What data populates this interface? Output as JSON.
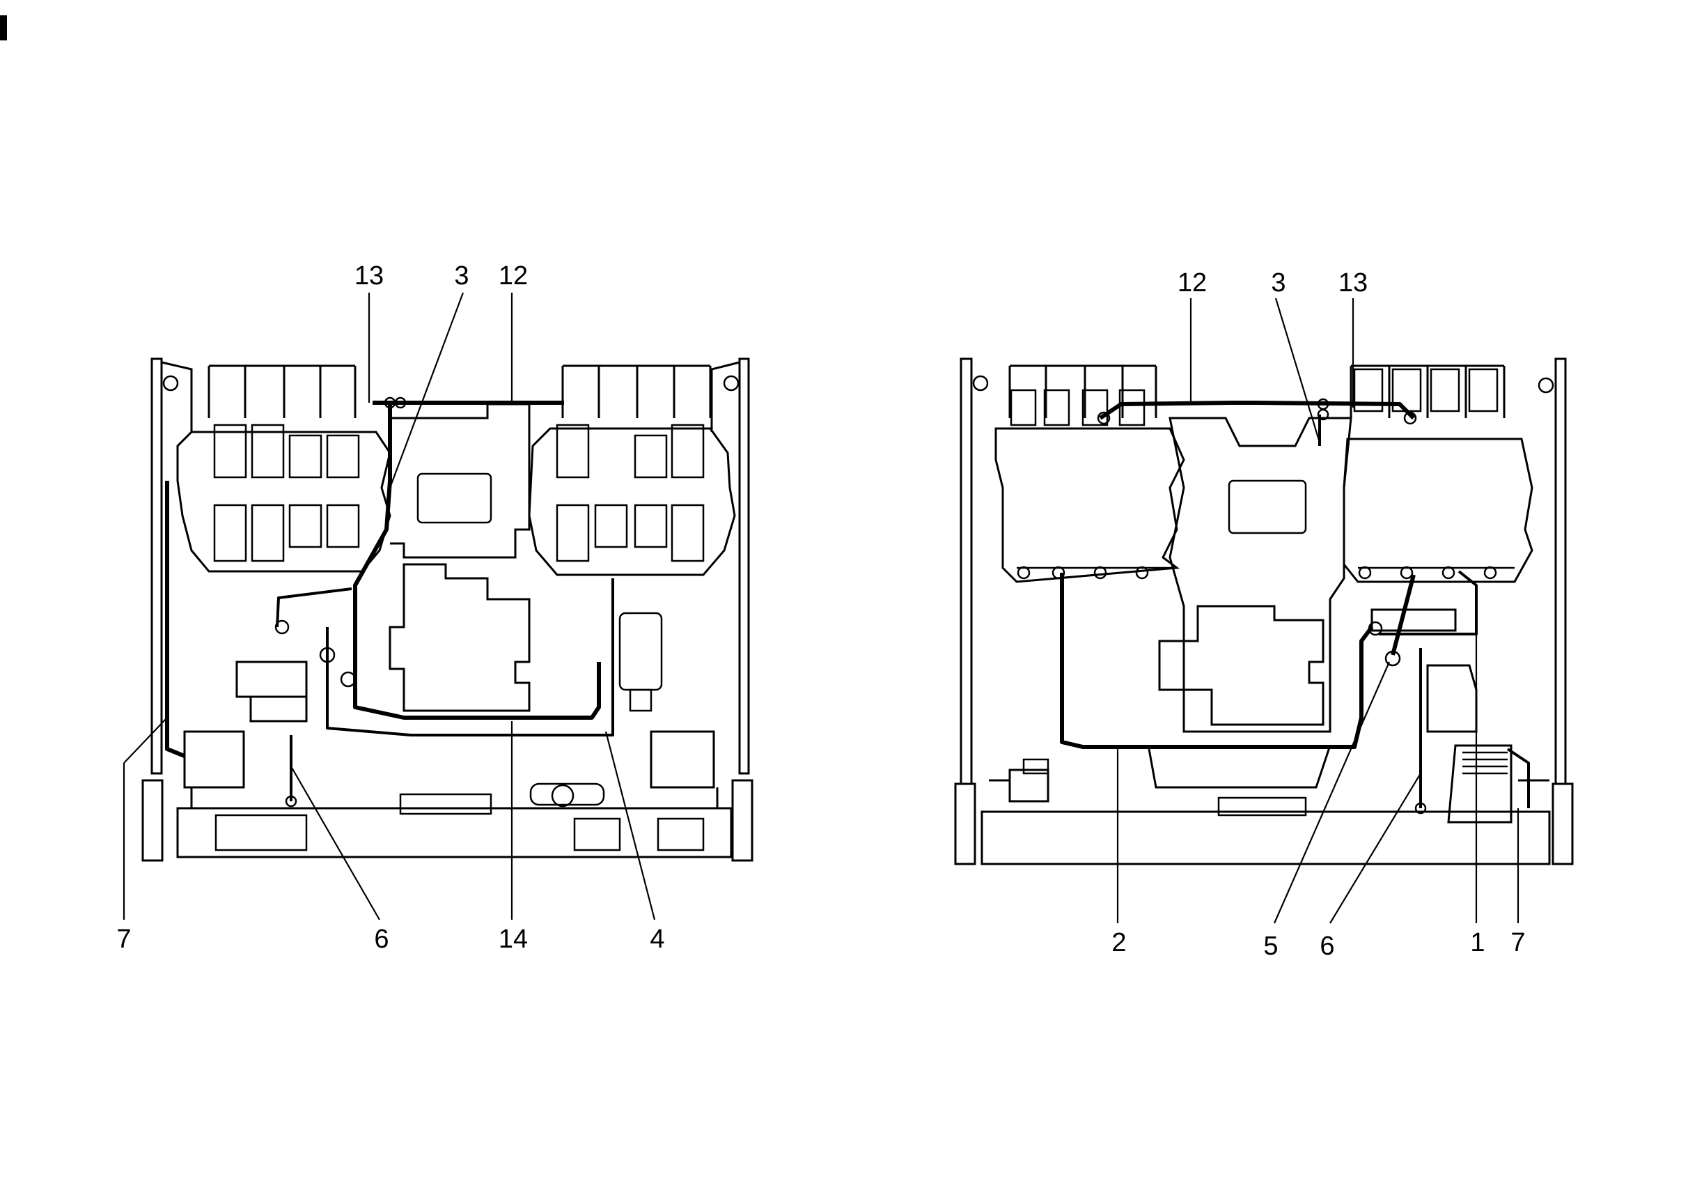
{
  "left_view": {
    "labels": [
      "13",
      "3",
      "12",
      "7",
      "6",
      "14",
      "4"
    ]
  },
  "right_view": {
    "labels": [
      "12",
      "3",
      "13",
      "2",
      "5",
      "6",
      "1",
      "7"
    ]
  }
}
